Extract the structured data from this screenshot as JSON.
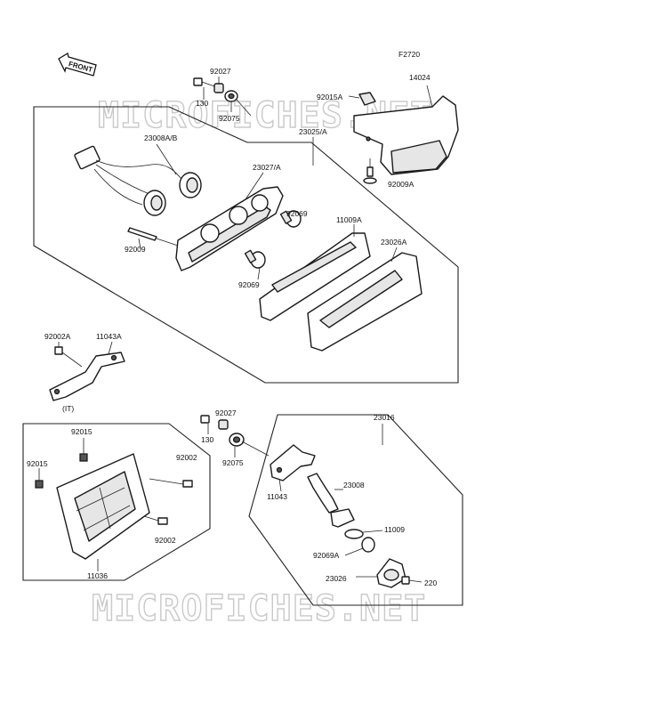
{
  "diagram": {
    "code": "F2720",
    "front_label": "FRONT",
    "watermark": "MICROFICHES.NET",
    "note": "(IT)"
  },
  "parts": [
    {
      "id": "p92027a",
      "label": "92027"
    },
    {
      "id": "p130a",
      "label": "130"
    },
    {
      "id": "p92075a",
      "label": "92075"
    },
    {
      "id": "p92015Aa",
      "label": "92015A"
    },
    {
      "id": "p14024",
      "label": "14024"
    },
    {
      "id": "p23008AB",
      "label": "23008A/B"
    },
    {
      "id": "p23025A",
      "label": "23025/A"
    },
    {
      "id": "p23027A",
      "label": "23027/A"
    },
    {
      "id": "p92009A",
      "label": "92009A"
    },
    {
      "id": "p92069a",
      "label": "92069"
    },
    {
      "id": "p11009A",
      "label": "11009A"
    },
    {
      "id": "p23026A",
      "label": "23026A"
    },
    {
      "id": "p92009",
      "label": "92009"
    },
    {
      "id": "p92069b",
      "label": "92069"
    },
    {
      "id": "p92002A",
      "label": "92002A"
    },
    {
      "id": "p11043A",
      "label": "11043A"
    },
    {
      "id": "p92015a",
      "label": "92015"
    },
    {
      "id": "p92027b",
      "label": "92027"
    },
    {
      "id": "p130b",
      "label": "130"
    },
    {
      "id": "p23016",
      "label": "23016"
    },
    {
      "id": "p92015b",
      "label": "92015"
    },
    {
      "id": "p92002a",
      "label": "92002"
    },
    {
      "id": "p92075b",
      "label": "92075"
    },
    {
      "id": "p11043",
      "label": "11043"
    },
    {
      "id": "p23008",
      "label": "23008"
    },
    {
      "id": "p92002b",
      "label": "92002"
    },
    {
      "id": "p11009",
      "label": "11009"
    },
    {
      "id": "p92069A",
      "label": "92069A"
    },
    {
      "id": "p11036",
      "label": "11036"
    },
    {
      "id": "p23026",
      "label": "23026"
    },
    {
      "id": "p220",
      "label": "220"
    }
  ]
}
